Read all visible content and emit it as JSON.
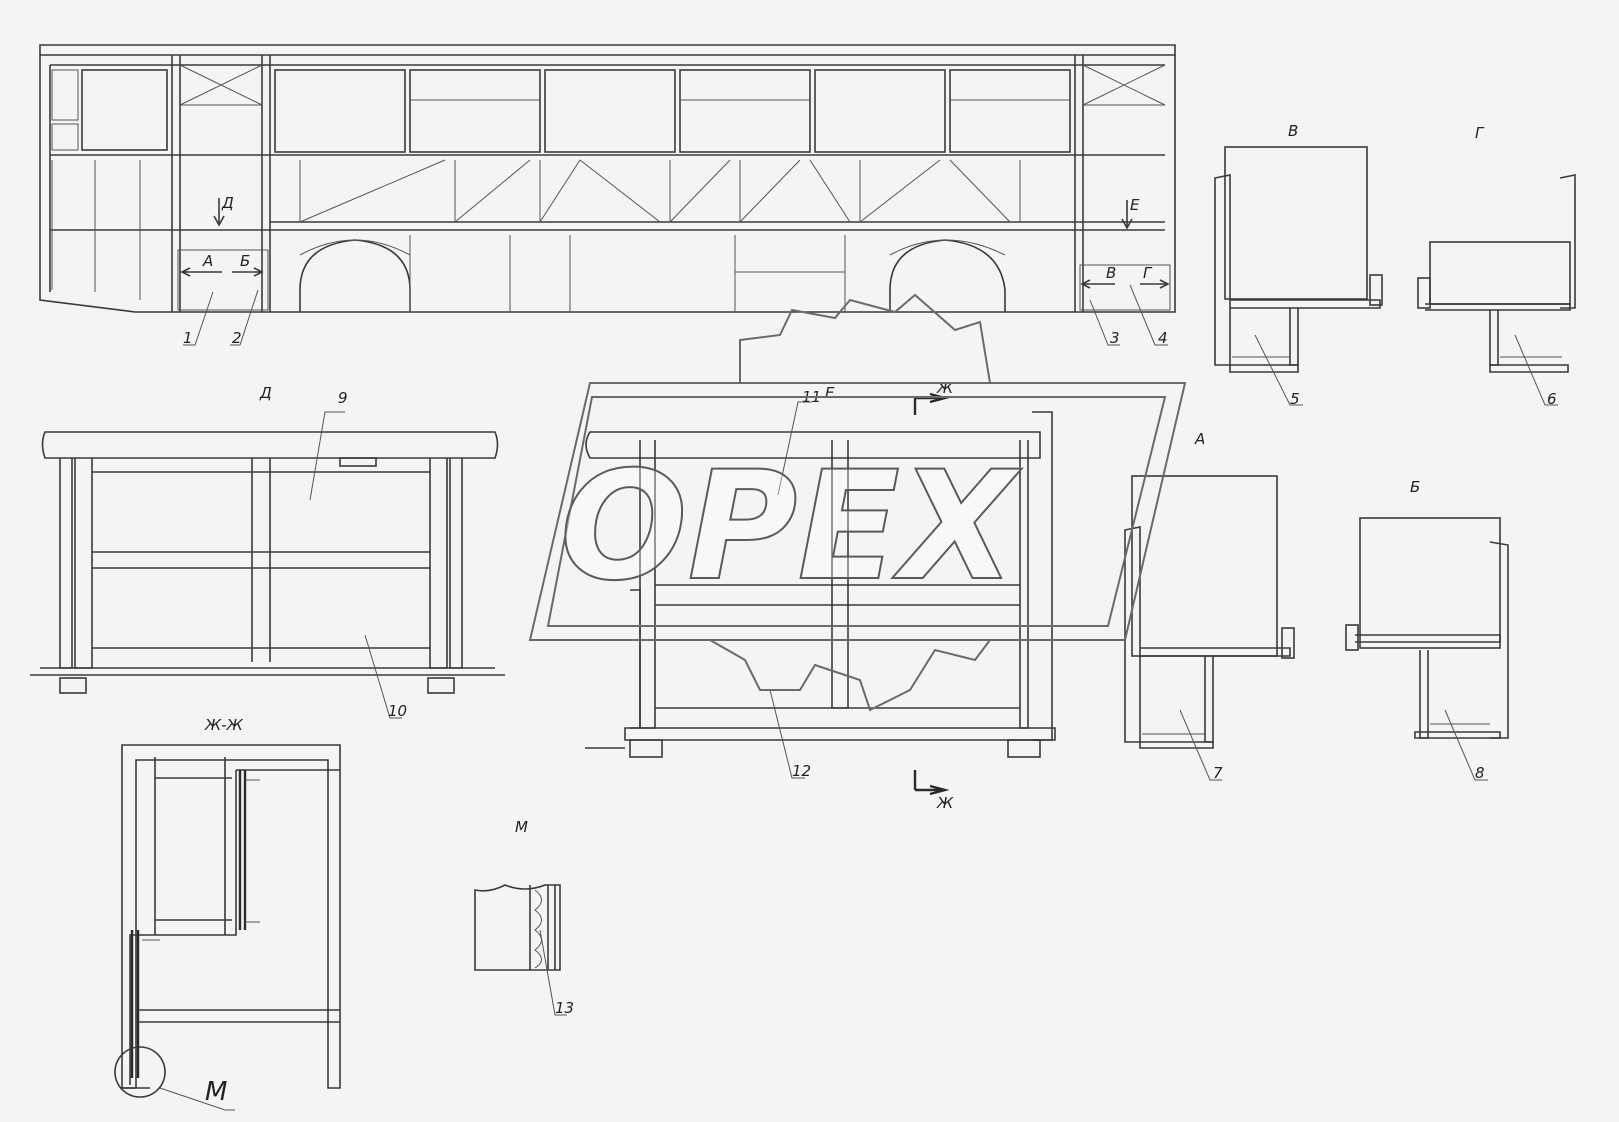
{
  "watermark": {
    "text": "OPEX"
  },
  "views": {
    "D": "Д",
    "E": "Е",
    "V": "В",
    "G": "Г",
    "A": "А",
    "B": "Б",
    "ZhZh": "Ж-Ж",
    "M": "М",
    "M_callout": "М",
    "Zh": "Ж"
  },
  "side_view": {
    "arrow_D": "Д",
    "arrow_E": "Е",
    "arrow_A": "А",
    "arrow_B": "Б",
    "arrow_V": "В",
    "arrow_G": "Г"
  },
  "callouts": [
    "1",
    "2",
    "3",
    "4",
    "5",
    "6",
    "7",
    "8",
    "9",
    "10",
    "11",
    "12",
    "13"
  ]
}
